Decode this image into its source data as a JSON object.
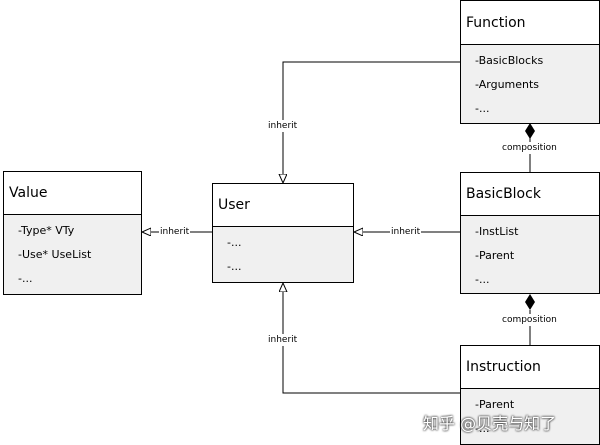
{
  "classes": {
    "function": {
      "name": "Function",
      "attrs": [
        "-BasicBlocks",
        "-Arguments",
        "-..."
      ]
    },
    "value": {
      "name": "Value",
      "attrs": [
        "-Type* VTy",
        "-Use* UseList",
        "-..."
      ]
    },
    "user": {
      "name": "User",
      "attrs": [
        "-...",
        "-..."
      ]
    },
    "basicblock": {
      "name": "BasicBlock",
      "attrs": [
        "-InstList",
        "-Parent",
        "-..."
      ]
    },
    "instruction": {
      "name": "Instruction",
      "attrs": [
        "-Parent",
        "-..."
      ]
    }
  },
  "labels": {
    "inherit_function_user": "inherit",
    "inherit_user_value": "inherit",
    "inherit_basicblock_user": "inherit",
    "inherit_instruction_user": "inherit",
    "composition_function": "composition",
    "composition_basicblock": "composition"
  },
  "watermark": "知乎 @贝壳与知了"
}
